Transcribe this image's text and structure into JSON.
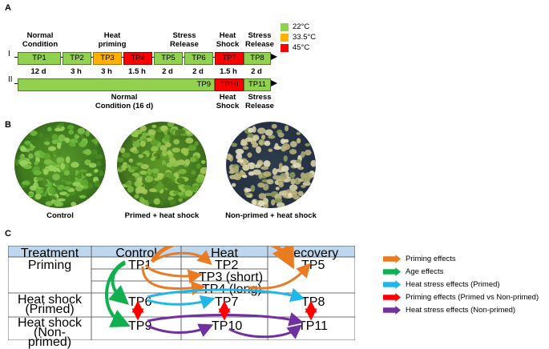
{
  "panel_labels": {
    "a": "A",
    "b": "B",
    "c": "C"
  },
  "panel_a": {
    "top_labels": {
      "normal": [
        "Normal",
        "Condition"
      ],
      "priming": [
        "Heat",
        "priming"
      ],
      "stress_release": [
        "Stress",
        "Release"
      ],
      "heat_shock": [
        "Heat",
        "Shock"
      ],
      "stress_release2": [
        "Stress",
        "Release"
      ]
    },
    "row_labels": {
      "one": "I",
      "two": "II"
    },
    "row1": [
      "TP1",
      "TP2",
      "TP3",
      "TP4",
      "TP5",
      "TP6",
      "TP7",
      "TP8"
    ],
    "durations": [
      "12 d",
      "3 h",
      "3 h",
      "1.5 h",
      "2 d",
      "2 d",
      "1.5 h",
      "2 d"
    ],
    "row2": [
      "TP9",
      "TP10",
      "TP11"
    ],
    "bottom_labels": {
      "normal": [
        "Normal",
        "Condition (16 d)"
      ],
      "heat_shock": [
        "Heat",
        "Shock"
      ],
      "stress_release": [
        "Stress",
        "Release"
      ]
    },
    "temp_legend": [
      "22°C",
      "33.5°C",
      "45°C"
    ],
    "colors": {
      "green": "#92d050",
      "orange": "#ffb000",
      "red": "#ff0000"
    }
  },
  "panel_b": {
    "captions": [
      "Control",
      "Primed + heat shock",
      "Non-primed + heat shock"
    ]
  },
  "panel_c": {
    "headers": [
      "Treatment",
      "Control",
      "Heat",
      "Recovery"
    ],
    "rows": {
      "priming": "Priming",
      "hs_primed": [
        "Heat shock",
        "(Primed)"
      ],
      "hs_nonprimed": [
        "Heat shock (Non-",
        "primed)"
      ]
    },
    "cells": {
      "tp1": "TP1",
      "tp2": "TP2",
      "tp3": "TP3 (short)",
      "tp4": "TP4 (long)",
      "tp5": "TP5",
      "tp6": "TP6",
      "tp7": "TP7",
      "tp8": "TP8",
      "tp9": "TP9",
      "tp10": "TP10",
      "tp11": "TP11"
    },
    "legend": [
      {
        "label": "Priming effects",
        "color": "#e97b23"
      },
      {
        "label": "Age effects",
        "color": "#10b050"
      },
      {
        "label": "Heat stress effects (Primed)",
        "color": "#22b5e8"
      },
      {
        "label": "Priming effects (Primed vs Non-primed)",
        "color": "#ff0000"
      },
      {
        "label": "Heat stress effects (Non-primed)",
        "color": "#7030a0"
      }
    ]
  }
}
